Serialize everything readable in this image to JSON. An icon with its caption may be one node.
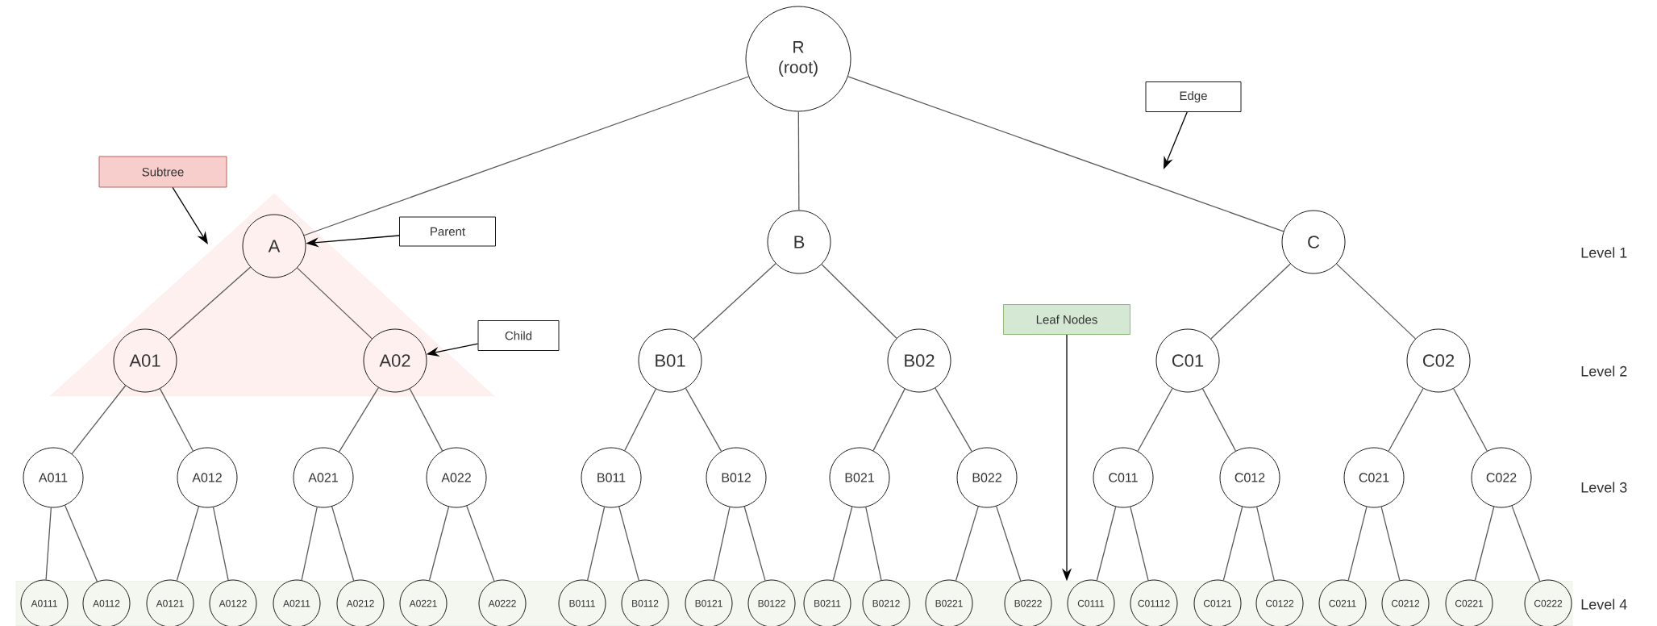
{
  "diagram": {
    "nodes": [
      {
        "text": [
          "R (root)"
        ]
      },
      {
        "text": [
          "Edge"
        ]
      },
      {
        "text": [
          "Subtree"
        ]
      },
      {
        "text": [],
        "shape": "triangle"
      },
      {
        "text": [
          "A"
        ],
        "in": 3
      },
      {
        "text": [
          "Parent"
        ]
      },
      {
        "text": [
          "B"
        ]
      },
      {
        "text": [
          "C"
        ]
      },
      {
        "text": [
          "Child"
        ]
      },
      {
        "text": [
          "Leaf Nodes"
        ]
      },
      {
        "text": [
          "A01"
        ],
        "in": 3
      },
      {
        "text": [
          "A02"
        ],
        "in": 3
      },
      {
        "text": [
          "B01"
        ]
      },
      {
        "text": [
          "B02"
        ]
      },
      {
        "text": [
          "C01"
        ]
      },
      {
        "text": [
          "C02"
        ]
      },
      {
        "text": [
          "A011"
        ]
      },
      {
        "text": [
          "A012"
        ]
      },
      {
        "text": [
          "A021"
        ]
      },
      {
        "text": [
          "A022"
        ]
      },
      {
        "text": [
          "B011"
        ]
      },
      {
        "text": [
          "B012"
        ]
      },
      {
        "text": [
          "B021"
        ]
      },
      {
        "text": [
          "B022"
        ]
      },
      {
        "text": [
          "C011"
        ]
      },
      {
        "text": [
          "C012"
        ]
      },
      {
        "text": [
          "C021"
        ]
      },
      {
        "text": [
          "C022"
        ]
      },
      {
        "text": [],
        "shape": "band"
      },
      {
        "text": [
          "A0111"
        ],
        "in": 28
      },
      {
        "text": [
          "A0112"
        ],
        "in": 28
      },
      {
        "text": [
          "A0121"
        ],
        "in": 28
      },
      {
        "text": [
          "A0122"
        ],
        "in": 28
      },
      {
        "text": [
          "A0211"
        ],
        "in": 28
      },
      {
        "text": [
          "A0212"
        ],
        "in": 28
      },
      {
        "text": [
          "A0221"
        ],
        "in": 28
      },
      {
        "text": [
          "A0222"
        ],
        "in": 28
      },
      {
        "text": [
          "B0111"
        ],
        "in": 28
      },
      {
        "text": [
          "B0112"
        ],
        "in": 28
      },
      {
        "text": [
          "B0121"
        ],
        "in": 28
      },
      {
        "text": [
          "B0122"
        ],
        "in": 28
      },
      {
        "text": [
          "B0211"
        ],
        "in": 28
      },
      {
        "text": [
          "B0212"
        ],
        "in": 28
      },
      {
        "text": [
          "B0221"
        ],
        "in": 28
      },
      {
        "text": [
          "B0222"
        ],
        "in": 28
      },
      {
        "text": [
          "C0111"
        ],
        "in": 28
      },
      {
        "text": [
          "C01112"
        ],
        "in": 28
      },
      {
        "text": [
          "C0121"
        ],
        "in": 28
      },
      {
        "text": [
          "C0122"
        ],
        "in": 28
      },
      {
        "text": [
          "C0211"
        ],
        "in": 28
      },
      {
        "text": [
          "C0212"
        ],
        "in": 28
      },
      {
        "text": [
          "C0221"
        ],
        "in": 28
      },
      {
        "text": [
          "C0222"
        ],
        "in": 28
      }
    ],
    "edges": [
      {
        "from": 0,
        "to": 4,
        "arrow": "none"
      },
      {
        "from": 0,
        "to": 6,
        "arrow": "none"
      },
      {
        "from": 0,
        "to": 7,
        "arrow": "none"
      },
      {
        "from": 4,
        "to": 10,
        "arrow": "none"
      },
      {
        "from": 4,
        "to": 11,
        "arrow": "none"
      },
      {
        "from": 6,
        "to": 12,
        "arrow": "none"
      },
      {
        "from": 6,
        "to": 13,
        "arrow": "none"
      },
      {
        "from": 7,
        "to": 14,
        "arrow": "none"
      },
      {
        "from": 7,
        "to": 15,
        "arrow": "none"
      },
      {
        "from": 10,
        "to": 16,
        "arrow": "none"
      },
      {
        "from": 10,
        "to": 17,
        "arrow": "none"
      },
      {
        "from": 11,
        "to": 18,
        "arrow": "none"
      },
      {
        "from": 11,
        "to": 19,
        "arrow": "none"
      },
      {
        "from": 12,
        "to": 20,
        "arrow": "none"
      },
      {
        "from": 12,
        "to": 21,
        "arrow": "none"
      },
      {
        "from": 13,
        "to": 22,
        "arrow": "none"
      },
      {
        "from": 13,
        "to": 23,
        "arrow": "none"
      },
      {
        "from": 14,
        "to": 24,
        "arrow": "none"
      },
      {
        "from": 14,
        "to": 25,
        "arrow": "none"
      },
      {
        "from": 15,
        "to": 26,
        "arrow": "none"
      },
      {
        "from": 15,
        "to": 27,
        "arrow": "none"
      },
      {
        "from": 16,
        "to": 29,
        "arrow": "none"
      },
      {
        "from": 16,
        "to": 30,
        "arrow": "none"
      },
      {
        "from": 17,
        "to": 31,
        "arrow": "none"
      },
      {
        "from": 17,
        "to": 32,
        "arrow": "none"
      },
      {
        "from": 18,
        "to": 33,
        "arrow": "none"
      },
      {
        "from": 18,
        "to": 34,
        "arrow": "none"
      },
      {
        "from": 19,
        "to": 35,
        "arrow": "none"
      },
      {
        "from": 19,
        "to": 36,
        "arrow": "none"
      },
      {
        "from": 20,
        "to": 37,
        "arrow": "none"
      },
      {
        "from": 20,
        "to": 38,
        "arrow": "none"
      },
      {
        "from": 21,
        "to": 39,
        "arrow": "none"
      },
      {
        "from": 21,
        "to": 40,
        "arrow": "none"
      },
      {
        "from": 22,
        "to": 41,
        "arrow": "none"
      },
      {
        "from": 22,
        "to": 42,
        "arrow": "none"
      },
      {
        "from": 23,
        "to": 43,
        "arrow": "none"
      },
      {
        "from": 23,
        "to": 44,
        "arrow": "none"
      },
      {
        "from": 24,
        "to": 45,
        "arrow": "none"
      },
      {
        "from": 24,
        "to": 46,
        "arrow": "none"
      },
      {
        "from": 25,
        "to": 47,
        "arrow": "none"
      },
      {
        "from": 25,
        "to": 48,
        "arrow": "none"
      },
      {
        "from": 26,
        "to": 49,
        "arrow": "none"
      },
      {
        "from": 26,
        "to": 50,
        "arrow": "none"
      },
      {
        "from": 27,
        "to": 51,
        "arrow": "none"
      },
      {
        "from": 27,
        "to": 52,
        "arrow": "none"
      },
      {
        "from": 1,
        "to": null,
        "arrow": "to"
      },
      {
        "from": 2,
        "to": 3,
        "arrow": "to"
      },
      {
        "from": 5,
        "to": 4,
        "arrow": "to"
      },
      {
        "from": 8,
        "to": 11,
        "arrow": "to"
      },
      {
        "from": 9,
        "to": 28,
        "arrow": "to"
      }
    ],
    "labels": [
      "Level 1",
      "Level 2",
      "Level 3",
      "Level 4"
    ]
  }
}
